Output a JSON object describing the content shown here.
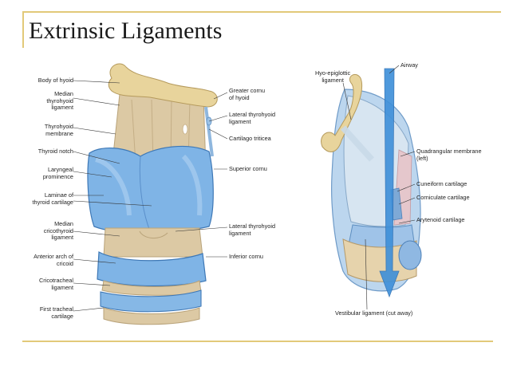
{
  "slide": {
    "title": "Extrinsic Ligaments"
  },
  "colors": {
    "frame": "#e2c979",
    "cartilage": "#7fb4e6",
    "bone": "#e8d49c",
    "membrane": "#dcc9a4"
  },
  "left_figure": {
    "labels": {
      "body_of_hyoid": "Body of hyoid",
      "median_thyrohyoid": "Median\nthyrohyoid\nligament",
      "thyrohyoid_membrane": "Thyrohyoid\nmembrane",
      "thyroid_notch": "Thyroid notch",
      "laryngeal_prominence": "Laryngeal\nprominence",
      "laminae": "Laminae of\nthyroid cartilage",
      "median_cricothyroid": "Median\ncricothyroid\nligament",
      "anterior_arch": "Anterior arch of\ncricoid",
      "cricotracheal": "Cricotracheal\nligament",
      "first_tracheal": "First tracheal\ncartilage",
      "greater_cornu": "Greater cornu\nof hyoid",
      "lateral_thyrohyoid": "Lateral thyrohyoid\nligament",
      "cartilago_triticea": "Cartilago triticea",
      "superior_cornu": "Superior cornu",
      "lateral_thyrohyoid_2": "Lateral thyrohyoid\nligament",
      "inferior_cornu": "Inferior cornu"
    }
  },
  "right_figure": {
    "labels": {
      "hyo_epiglottic": "Hyo-epiglottic\nligament",
      "airway": "Airway",
      "quadrangular": "Quadrangular membrane\n(left)",
      "cuneiform": "Cuneiform cartilage",
      "corniculate": "Corniculate cartilage",
      "arytenoid": "Arytenoid cartilage",
      "vestibular": "Vestibular ligament (cut away)"
    }
  }
}
